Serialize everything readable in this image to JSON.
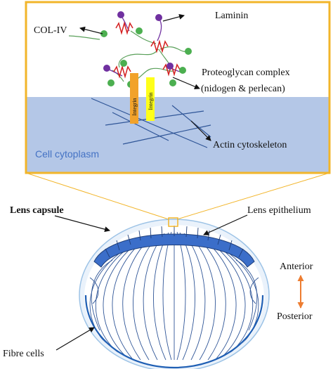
{
  "inset": {
    "labels": {
      "col_iv": "COL-IV",
      "laminin": "Laminin",
      "proteoglycan_line1": "Proteoglycan complex",
      "proteoglycan_line2": "(nidogen & perlecan)",
      "integrin_1": "Integrin",
      "integrin_2": "Integrin",
      "cytoplasm": "Cell cytoplasm",
      "actin": "Actin cytoskeleton"
    }
  },
  "lens": {
    "labels": {
      "capsule": "Lens capsule",
      "epithelium": "Lens epithelium",
      "fibre_cells": "Fibre cells",
      "anterior": "Anterior",
      "posterior": "Posterior"
    }
  },
  "colors": {
    "inset_border": "#f2b52a",
    "cytoplasm_fill": "#b4c7e7",
    "cytoplasm_text": "#4472c4",
    "actin": "#2f5597",
    "epithelium_fill": "#3b6ec9",
    "fibre_lines": "#2f5597",
    "capsule_outer": "#9dc3e6",
    "capsule_ring": "#1f5fb4",
    "integrin_orange": "#f2a22a",
    "integrin_yellow": "#ffff1a",
    "laminin_purple": "#7030a0",
    "col_iv_red": "#d42020",
    "proteoglycan_green": "#4caf50",
    "arrow_orange": "#ed7d31"
  }
}
